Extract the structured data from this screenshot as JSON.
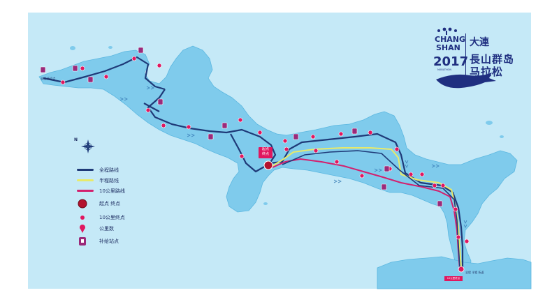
{
  "colors": {
    "sea": "#c5e9f7",
    "land": "#7fcbec",
    "full_route": "#1f3a78",
    "half_route": "#e8ea6a",
    "ten_k_route": "#d3206e",
    "marker": "#e0175f"
  },
  "brand": {
    "line1": "CHANG",
    "line2": "SHAN",
    "year": "2017",
    "subtitle": "MARATHON",
    "cn_city": "大連",
    "cn_title_1": "長山群岛",
    "cn_title_2": "马拉松"
  },
  "legend": {
    "items": [
      {
        "label": "全程路线",
        "symbol": "line",
        "color": "#1f3a78"
      },
      {
        "label": "半程路线",
        "symbol": "line",
        "color": "#e8ea6a"
      },
      {
        "label": "10公里路线",
        "symbol": "line",
        "color": "#d3206e"
      },
      {
        "label": "起点  终点",
        "symbol": "start-finish-icon"
      },
      {
        "label": "10公里终点",
        "symbol": "ten-k-finish-icon"
      },
      {
        "label": "公里数",
        "symbol": "kilometer-marker-icon"
      },
      {
        "label": "补给站点",
        "symbol": "supply-station-icon"
      }
    ]
  },
  "map_labels": {
    "start_finish": "起点\n终点",
    "far_west_turnaround": "全程 折返点",
    "south_finish": "全程 半程 折返",
    "south_tag": "10公里终点"
  },
  "compass": {
    "north": "N"
  }
}
